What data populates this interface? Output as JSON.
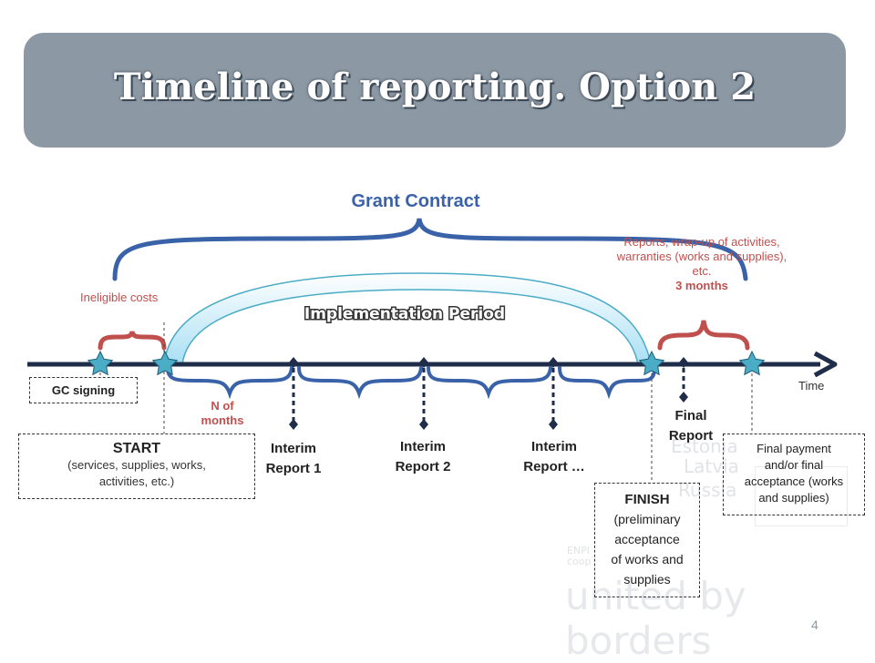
{
  "slide": {
    "title": "Timeline of reporting. Option 2",
    "page_number": "4"
  },
  "watermark": {
    "countries": [
      "Estonia",
      "Latvia",
      "Russia"
    ],
    "program_lines": [
      "ENPI",
      "coop"
    ],
    "slogan": "united by borders"
  },
  "diagram": {
    "grant_contract": "Grant Contract",
    "implementation_period": "Implementation Period",
    "ineligible_costs": "Ineligible costs",
    "reports_wrapup": [
      "Reports, wrap-up of activities,",
      "warranties (works and supplies),",
      "etc."
    ],
    "three_months": "3 months",
    "gc_signing": "GC signing",
    "n_of_months": [
      "N of",
      "months"
    ],
    "time_label": "Time",
    "start": {
      "title": "START",
      "detail_lines": [
        "(services, supplies, works,",
        "activities, etc.)"
      ]
    },
    "interim_reports": [
      [
        "Interim",
        "Report 1"
      ],
      [
        "Interim",
        "Report 2"
      ],
      [
        "Interim",
        "Report …"
      ]
    ],
    "final_report": [
      "Final",
      "Report"
    ],
    "finish": {
      "title": "FINISH",
      "detail_lines": [
        "(preliminary",
        "acceptance",
        "of works and",
        "supplies"
      ]
    },
    "final_payment": [
      "Final payment",
      "and/or final",
      "acceptance (works",
      "and supplies)"
    ]
  },
  "colors": {
    "title_bg": "#8c98a3",
    "timeline": "#1f2d4a",
    "brace_blue": "#3a62a8",
    "brace_red": "#c0504d",
    "red_text": "#c0504d",
    "star_fill": "#4bacc6",
    "arrow_fill": "#bfe8f7"
  }
}
